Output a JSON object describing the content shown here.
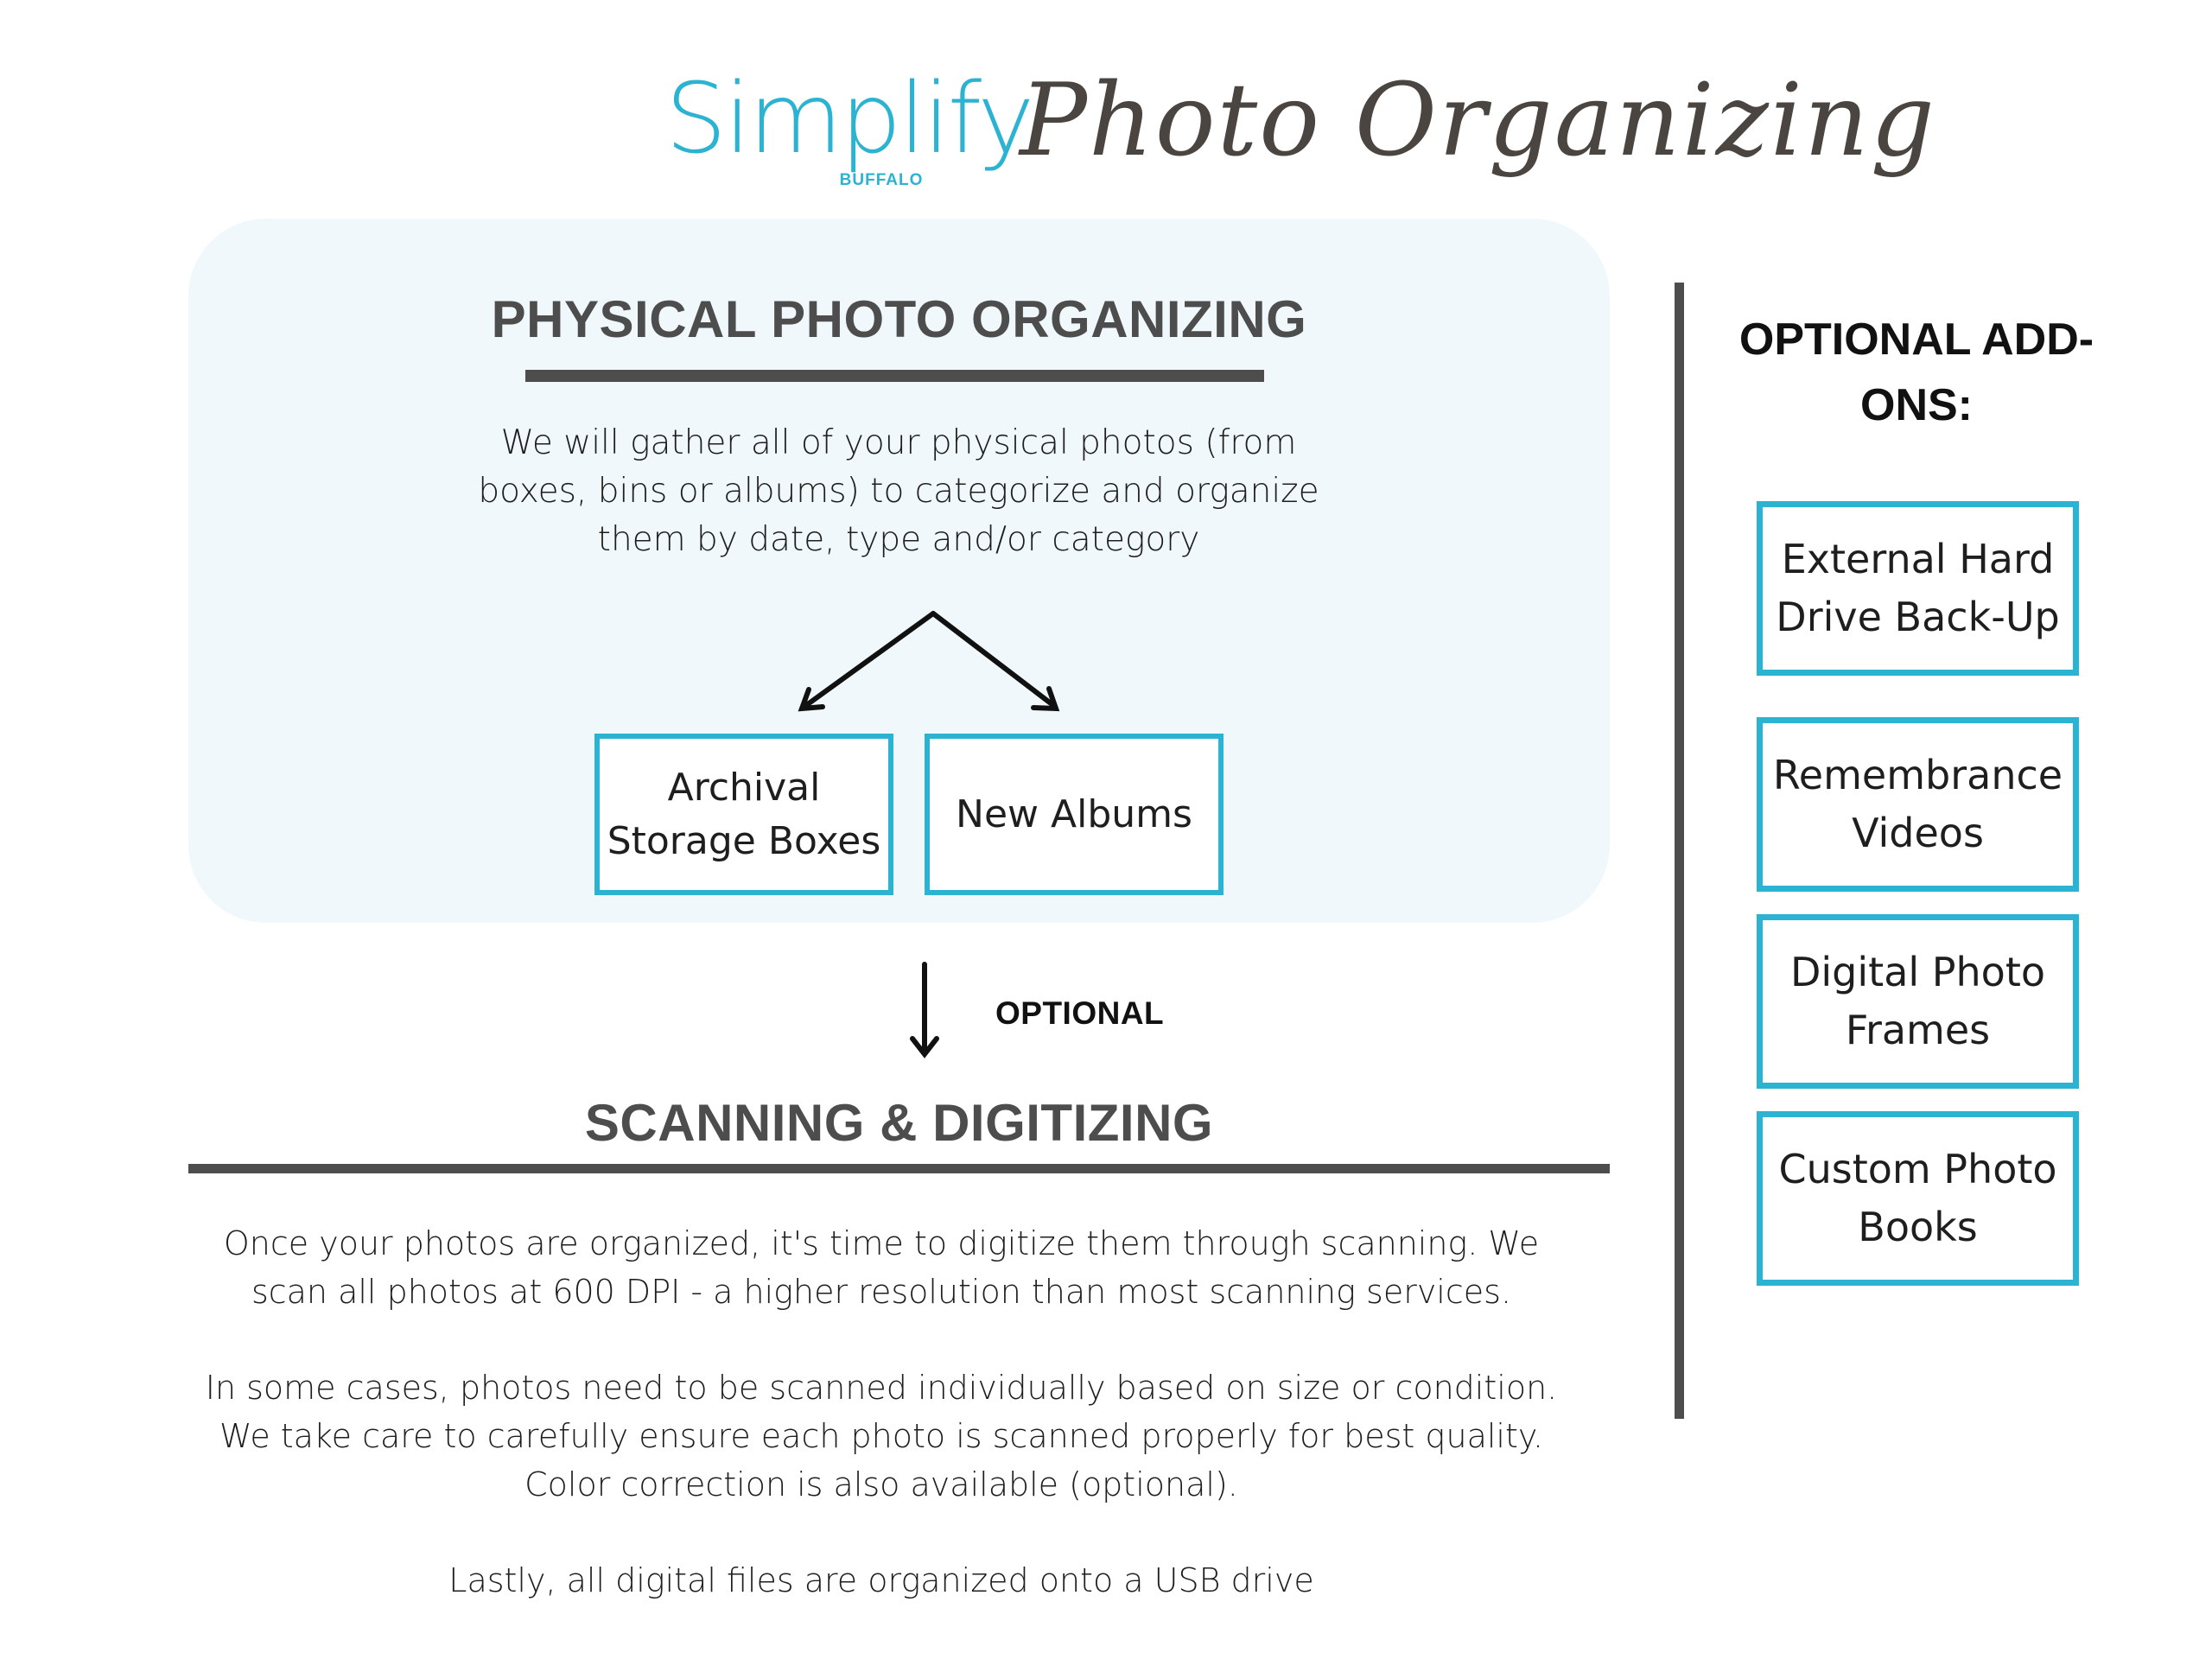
{
  "header": {
    "brand": "Simplify",
    "brand_sub": "BUFFALO",
    "script_title": "Photo Organizing"
  },
  "physical": {
    "title": "PHYSICAL PHOTO ORGANIZING",
    "description": "We will gather all of your physical photos (from boxes, bins or albums) to categorize and organize them by date, type and/or category",
    "options": [
      "Archival Storage Boxes",
      "New Albums"
    ]
  },
  "optional_label": "OPTIONAL",
  "scanning": {
    "title": "SCANNING & DIGITIZING",
    "paragraphs": [
      "Once your photos are organized, it's time to digitize them through scanning. We scan all photos at 600 DPI - a higher resolution than most scanning services.",
      "In some cases, photos need to be scanned individually based on size or condition. We take care to carefully ensure each photo is scanned properly for best quality. Color correction is also available (optional).",
      "Lastly, all digital files are organized onto a USB drive"
    ]
  },
  "addons": {
    "title": "OPTIONAL ADD-ONS:",
    "items": [
      "External Hard Drive Back-Up",
      "Remembrance Videos",
      "Digital Photo Frames",
      "Custom Photo Books"
    ]
  },
  "colors": {
    "accent": "#2bb3d1",
    "heading": "#4d4d4d",
    "panel_bg": "#f0f8fb",
    "script": "#4a4540"
  }
}
